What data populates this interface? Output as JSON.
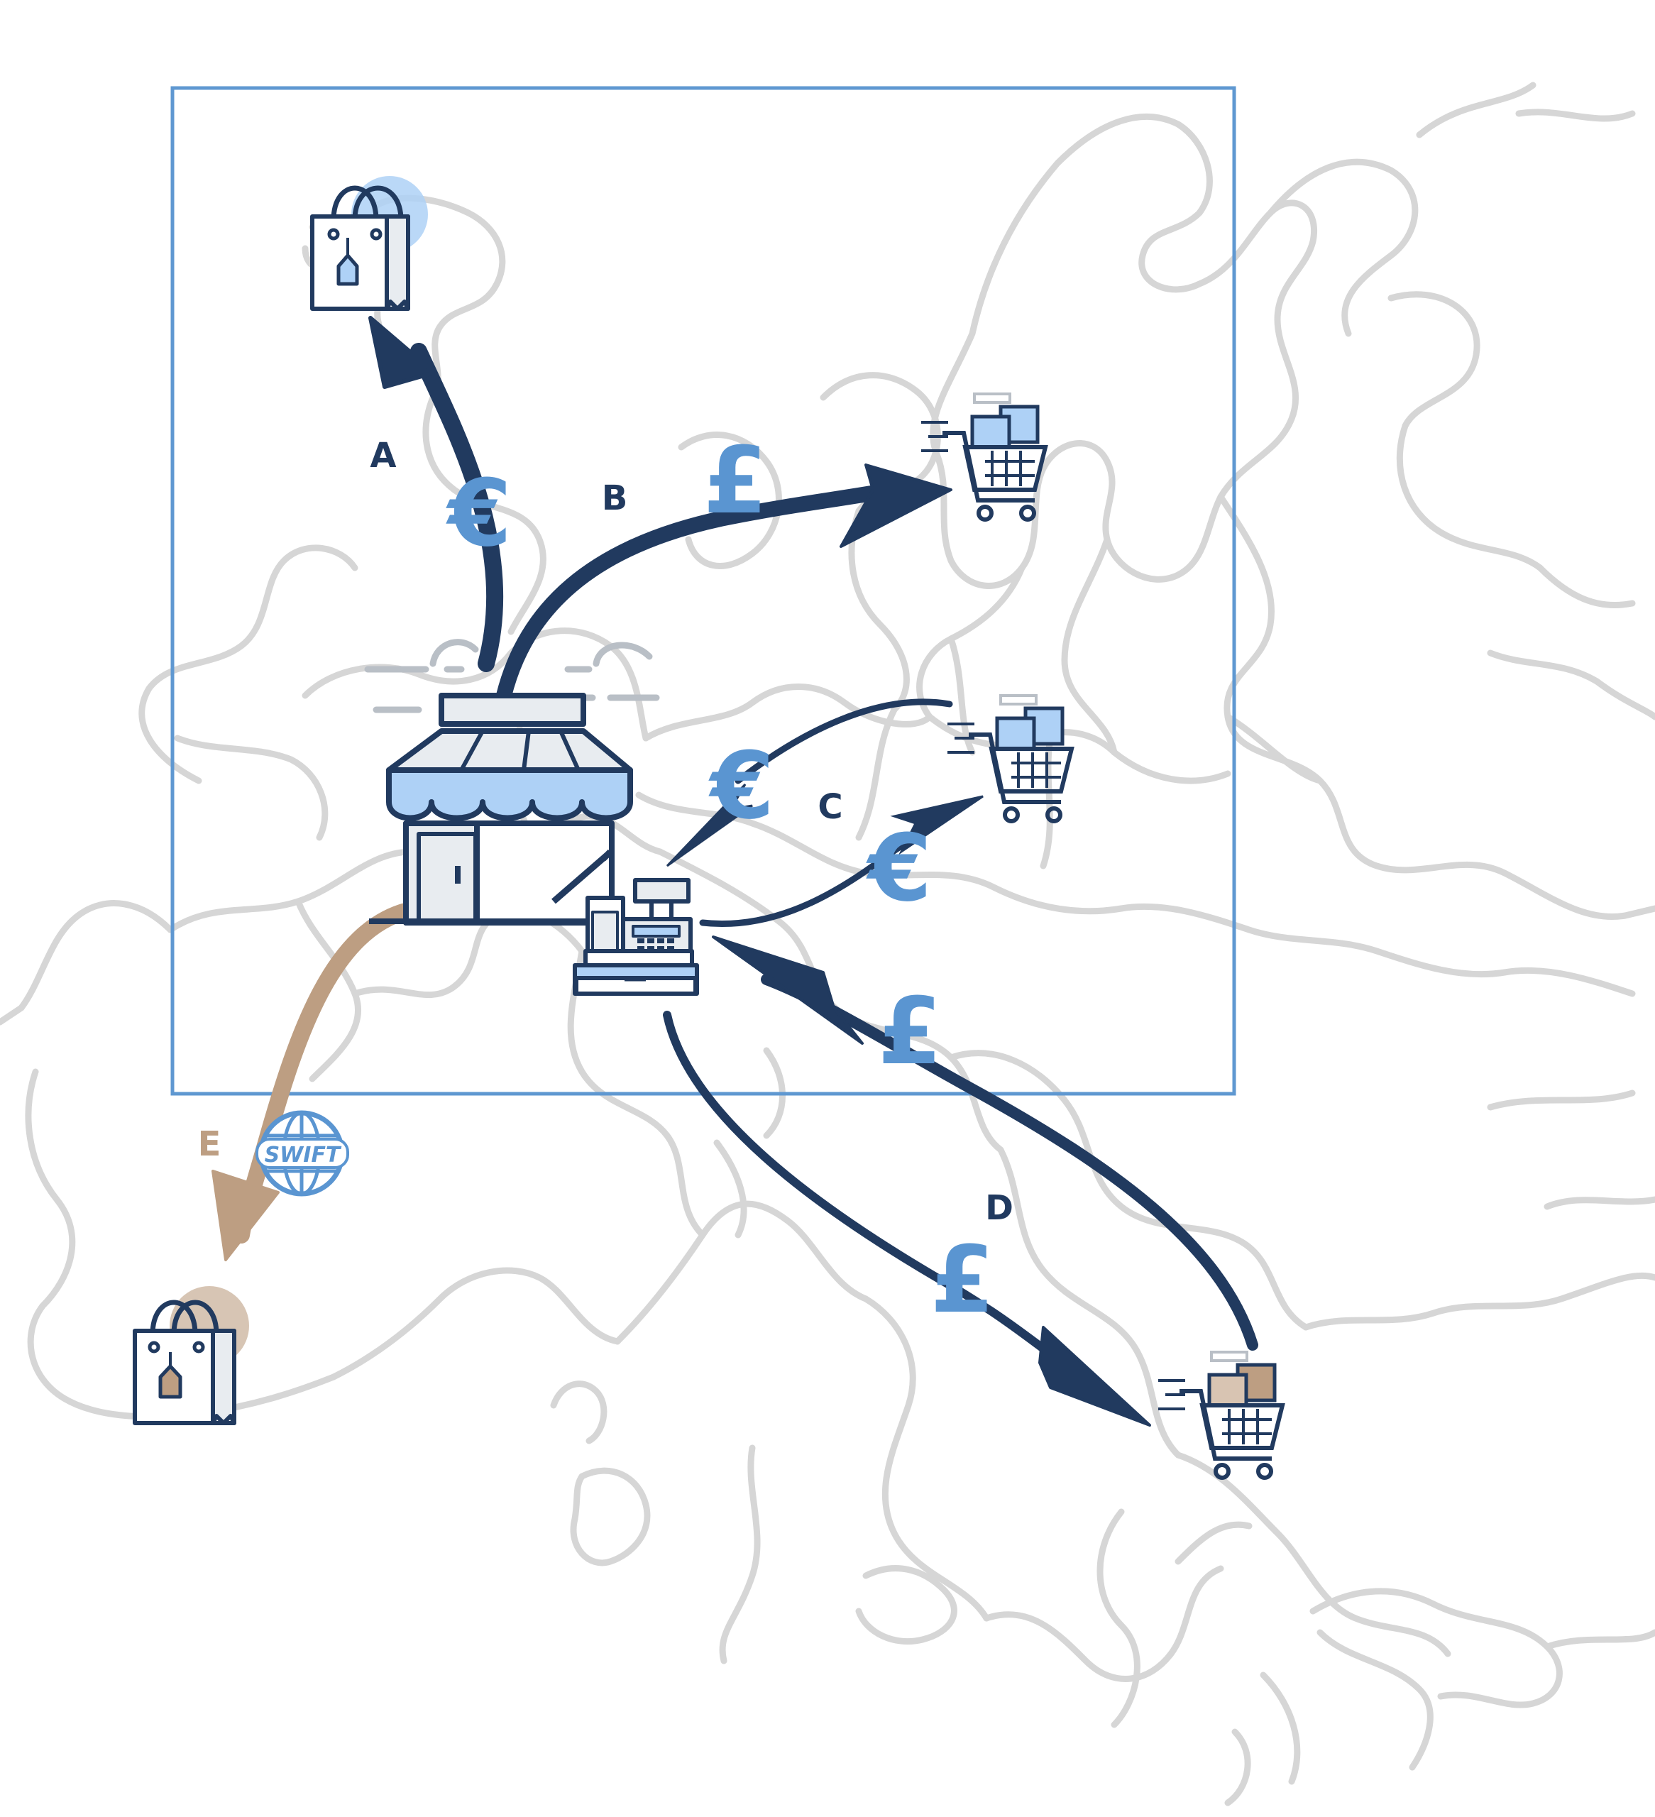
{
  "colors": {
    "dark": "#213a5f",
    "mid": "#5a95d1",
    "light": "#aed1f6",
    "pale": "#e8ecf0",
    "tan": "#bd9e82",
    "map": "#d6d6d6",
    "frame": "#5f98d1"
  },
  "flows": {
    "a": {
      "label": "A",
      "currency": "€"
    },
    "b": {
      "label": "B",
      "currency": "£"
    },
    "c": {
      "label": "C",
      "currency_in": "€",
      "currency_out": "€"
    },
    "d": {
      "label": "D",
      "currency_in": "£",
      "currency_out": "£"
    },
    "e": {
      "label": "E",
      "network": "SWIFT"
    }
  },
  "icons": {
    "store": "store-icon",
    "register": "cash-register-icon",
    "bag_domestic": "shopping-bag-icon",
    "bag_foreign": "shopping-bag-icon",
    "cart_b": "shopping-cart-icon",
    "cart_c": "shopping-cart-icon",
    "cart_d": "shopping-cart-icon",
    "swift": "globe-icon"
  }
}
